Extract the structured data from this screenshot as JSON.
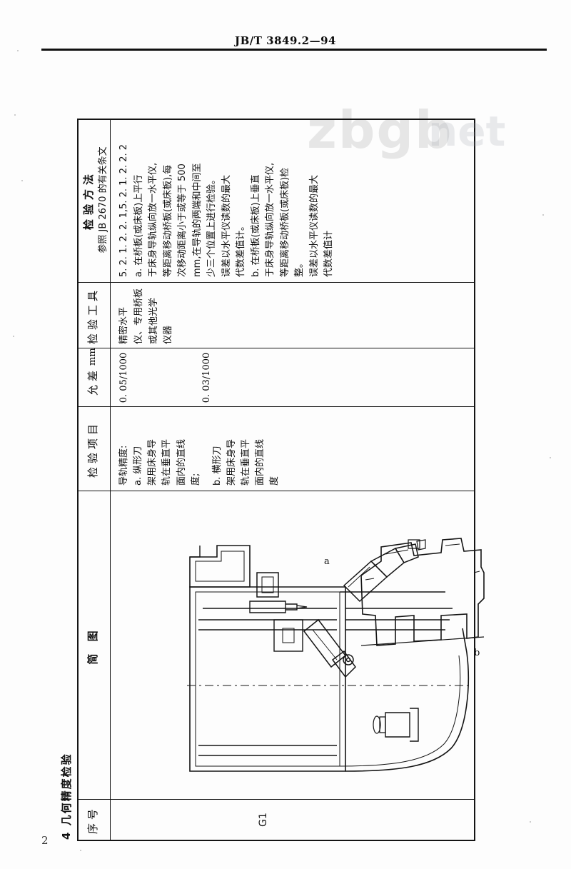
{
  "document": {
    "header_title": "JB/T 3849.2—94",
    "page_number": "2",
    "section_heading": "4  几何精度检验"
  },
  "table": {
    "headers": {
      "seq": "序号",
      "figure": "简         图",
      "item": "检验项目",
      "tolerance": "允差",
      "tolerance_unit": "mm",
      "tool": "检验工具",
      "method": "检验方法",
      "method_sub": "参照 JB 2670 的有关条文"
    },
    "rows": [
      {
        "seq": "G1",
        "item_lines": [
          "导轨精度:",
          "a. 纵形刀",
          "架用床身导",
          "轨在垂直平",
          "面内的直线",
          "度;",
          "b. 横形刀",
          "架用床身导",
          "轨在垂直平",
          "面内的直线",
          "度"
        ],
        "tolerance_values": [
          "0. 05/1000",
          "0. 03/1000"
        ],
        "tool_lines": [
          "精密水平",
          "仪、专用桥板",
          "或其他光学",
          "仪器"
        ],
        "method_lines": [
          "5. 2. 1. 2. 2. 1,5. 2. 1. 2. 2. 2",
          "a.  在桥板(或床板)上平行",
          "于床身导轨纵向放一水平仪,",
          "等距离移动桥板(或床板),每",
          "次移动距离小于或等于 500",
          "mm,在导轨的两端和中间至",
          "少三个位置上进行检验。",
          "误差以水平仪读数的最大",
          "代数差值计。",
          "b.  在桥板(或床板)上垂直",
          "于床身导轨纵向放一水平仪,",
          "等距离移动桥板(或床板)检",
          "整。",
          "误差以水平仪读数的最大",
          "代数差值计"
        ]
      }
    ]
  },
  "figure": {
    "label_a": "a",
    "label_b": "b"
  },
  "watermark": {
    "text_primary": "zbgb",
    "text_secondary": "net"
  }
}
